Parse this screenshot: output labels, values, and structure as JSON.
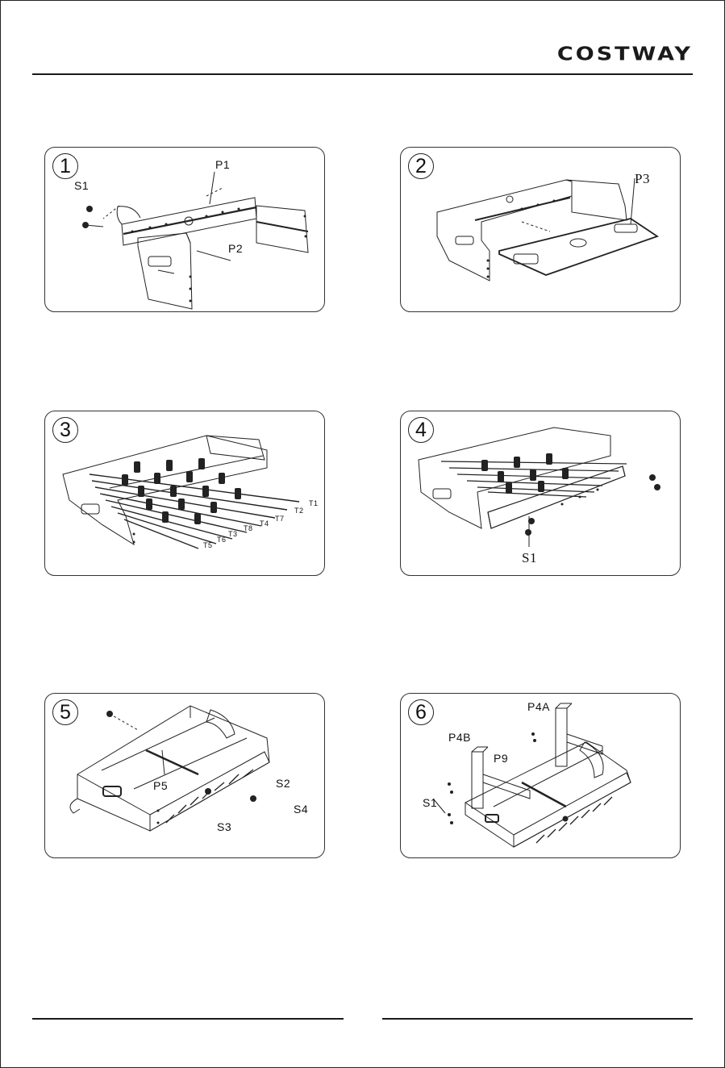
{
  "header": {
    "brand": "COSTWAY"
  },
  "steps": [
    {
      "number": "1",
      "labels": [
        "P1",
        "S1",
        "P2"
      ]
    },
    {
      "number": "2",
      "labels": [
        "P3"
      ]
    },
    {
      "number": "3",
      "labels": [
        "T1",
        "T2",
        "T7",
        "T4",
        "T8",
        "T3",
        "T6",
        "T5"
      ]
    },
    {
      "number": "4",
      "labels": [
        "S1"
      ]
    },
    {
      "number": "5",
      "labels": [
        "P5",
        "S2",
        "S4",
        "S3"
      ]
    },
    {
      "number": "6",
      "labels": [
        "P4A",
        "P4B",
        "P9",
        "S1"
      ]
    }
  ]
}
